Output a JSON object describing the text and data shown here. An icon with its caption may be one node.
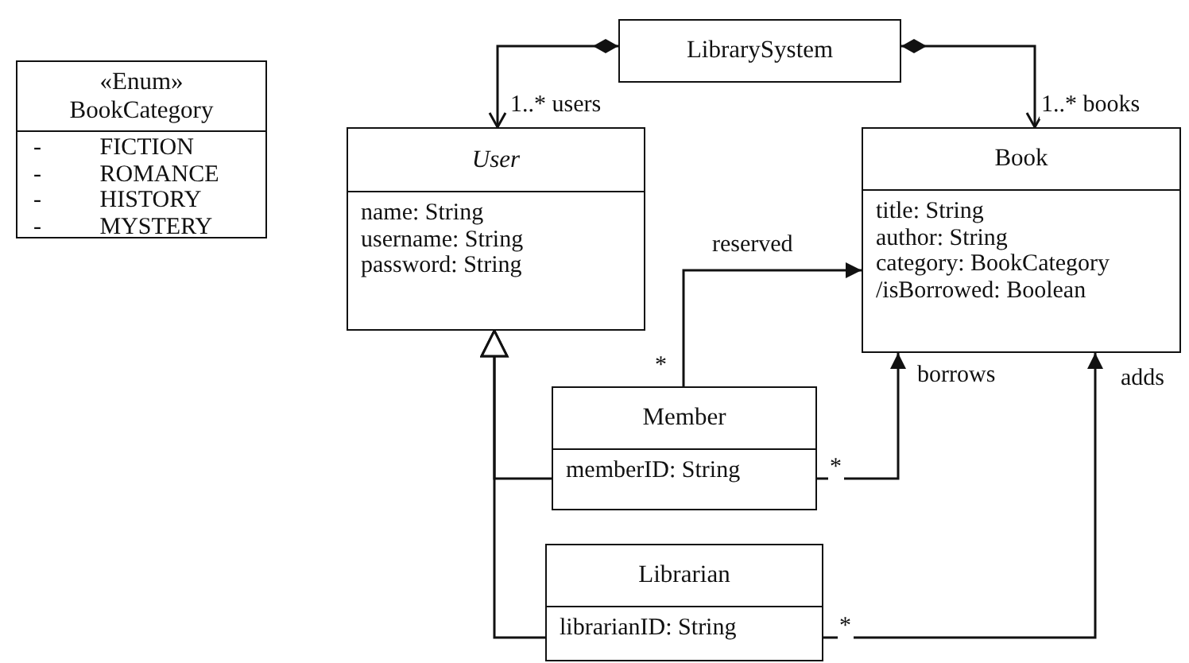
{
  "diagram": {
    "nodes": [
      {
        "text": [
          "«Enum»",
          "BookCategory",
          "- FICTION",
          "- ROMANCE",
          "- HISTORY",
          "- MYSTERY"
        ]
      },
      {
        "text": [
          "LibrarySystem"
        ]
      },
      {
        "text": [
          "User",
          "name: String",
          "username: String",
          "password: String"
        ]
      },
      {
        "text": [
          "Book",
          "title: String",
          "author: String",
          "category: BookCategory",
          "/isBorrowed: Boolean"
        ]
      },
      {
        "text": [
          "Member",
          "memberID: String"
        ]
      },
      {
        "text": [
          "Librarian",
          "librarianID: String"
        ]
      }
    ],
    "edges": [
      {
        "from": 1,
        "to": 2,
        "arrow": "to",
        "label": "1..* users"
      },
      {
        "from": 1,
        "to": 3,
        "arrow": "to",
        "label": "1..* books"
      },
      {
        "from": 4,
        "to": 2,
        "arrow": "to"
      },
      {
        "from": 5,
        "to": 2,
        "arrow": "to"
      },
      {
        "from": 4,
        "to": 3,
        "arrow": "to",
        "label": "reserved"
      },
      {
        "from": 4,
        "to": 3,
        "arrow": "to",
        "label": "borrows"
      },
      {
        "from": 5,
        "to": 3,
        "arrow": "to",
        "label": "adds"
      }
    ],
    "labels": [
      "*",
      "*",
      "*"
    ]
  }
}
